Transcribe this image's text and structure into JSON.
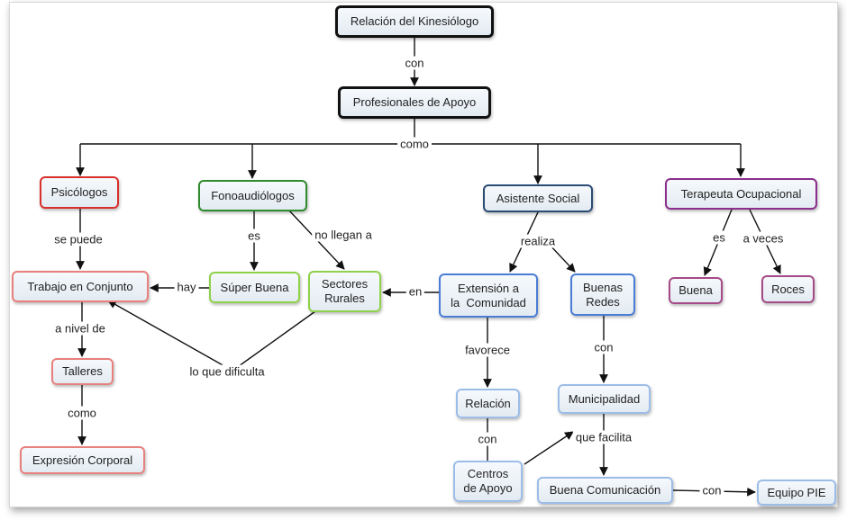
{
  "nodes": {
    "relacion_kinesiologo": "Relación del Kinesiólogo",
    "profesionales_apoyo": "Profesionales de Apoyo",
    "psicologos": "Psicólogos",
    "fonoaudiologos": "Fonoaudiólogos",
    "asistente_social": "Asistente Social",
    "terapeuta_ocupacional": "Terapeuta Ocupacional",
    "trabajo_conjunto": "Trabajo en Conjunto",
    "super_buena": "Súper Buena",
    "sectores_rurales_1": "Sectores",
    "sectores_rurales_2": "Rurales",
    "extension_comunidad_1": "Extensión a",
    "extension_comunidad_2": "la  Comunidad",
    "buenas_redes_1": "Buenas",
    "buenas_redes_2": "Redes",
    "buena": "Buena",
    "roces": "Roces",
    "talleres": "Talleres",
    "expresion_corporal": "Expresión Corporal",
    "relacion": "Relación",
    "municipalidad": "Municipalidad",
    "centros_apoyo_1": "Centros",
    "centros_apoyo_2": "de Apoyo",
    "buena_comunicacion": "Buena Comunicación",
    "equipo_pie": "Equipo PIE"
  },
  "links": {
    "con_1": "con",
    "como_1": "como",
    "se_puede": "se puede",
    "es_1": "es",
    "no_llegan_a": "no llegan a",
    "realiza": "realiza",
    "es_2": "es",
    "a_veces": "a veces",
    "hay": "hay",
    "en": "en",
    "a_nivel_de": "a nivel de",
    "como_2": "como",
    "lo_que_dificulta": "lo que dificulta",
    "favorece": "favorece",
    "con_2": "con",
    "con_3": "con",
    "que_facilita": "que facilita",
    "con_4": "con"
  }
}
